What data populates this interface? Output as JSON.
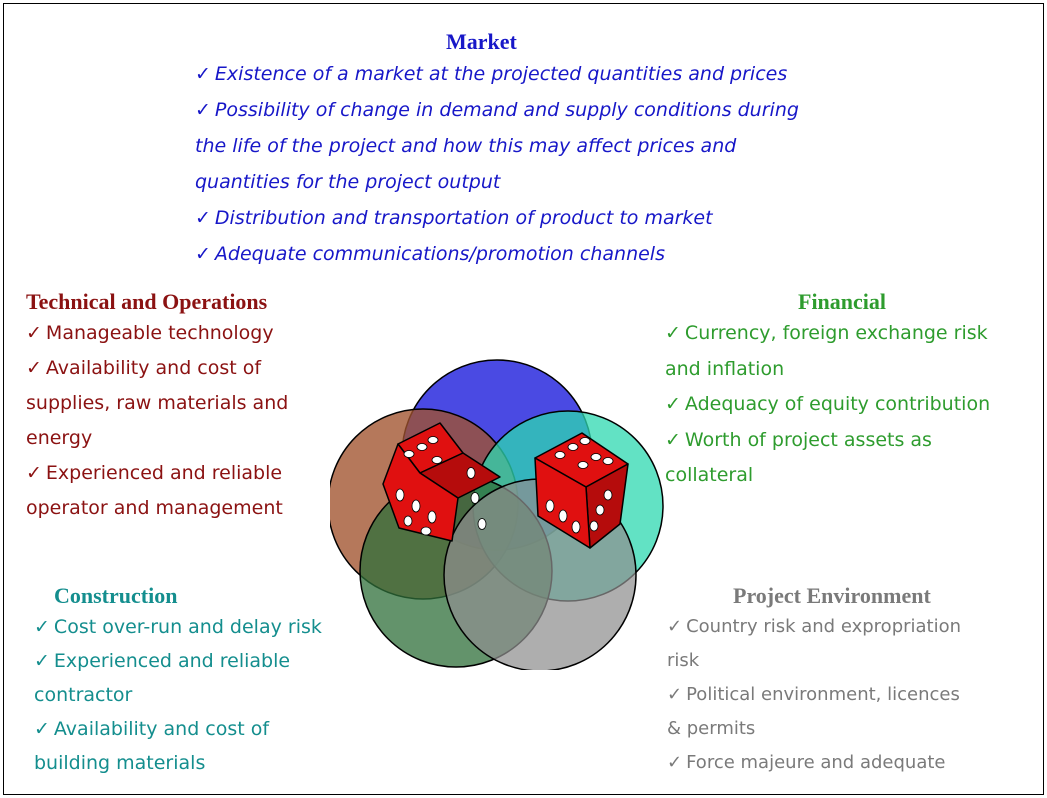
{
  "market": {
    "title": "Market",
    "items": [
      "Existence of a market at the projected quantities and prices",
      "Possibility of change in demand and supply conditions during",
      "the life of the project and how this may affect prices and",
      "quantities for the project output",
      "Distribution and transportation of product to market",
      "Adequate communications/promotion channels"
    ]
  },
  "technical": {
    "title": "Technical and Operations",
    "items": [
      "Manageable technology",
      "Availability and cost of",
      "supplies, raw materials and",
      "energy",
      "Experienced and reliable",
      "operator and management"
    ]
  },
  "financial": {
    "title": "Financial",
    "items": [
      "Currency, foreign exchange risk",
      "and inflation",
      "Adequacy of equity contribution",
      "Worth of project assets as",
      "collateral"
    ]
  },
  "construction": {
    "title": "Construction",
    "items": [
      "Cost over-run and delay risk",
      "Experienced and reliable",
      "contractor",
      "Availability and cost of",
      "building materials"
    ]
  },
  "environment": {
    "title": "Project Environment",
    "items": [
      "Country risk and expropriation",
      "risk",
      "Political environment, licences",
      "& permits",
      "Force majeure and adequate"
    ]
  },
  "check_mark": "✓",
  "colors": {
    "market": "#1717c8",
    "technical": "#8b1212",
    "financial": "#2e9c2e",
    "construction": "#148e8e",
    "environment": "#7a7a7a",
    "circle_market": "#2222dd",
    "circle_technical": "#a0522d",
    "circle_financial": "#2ed8b0",
    "circle_construction": "#2f6f3a",
    "circle_environment": "#8f8f8f",
    "dice": "#e01010"
  }
}
